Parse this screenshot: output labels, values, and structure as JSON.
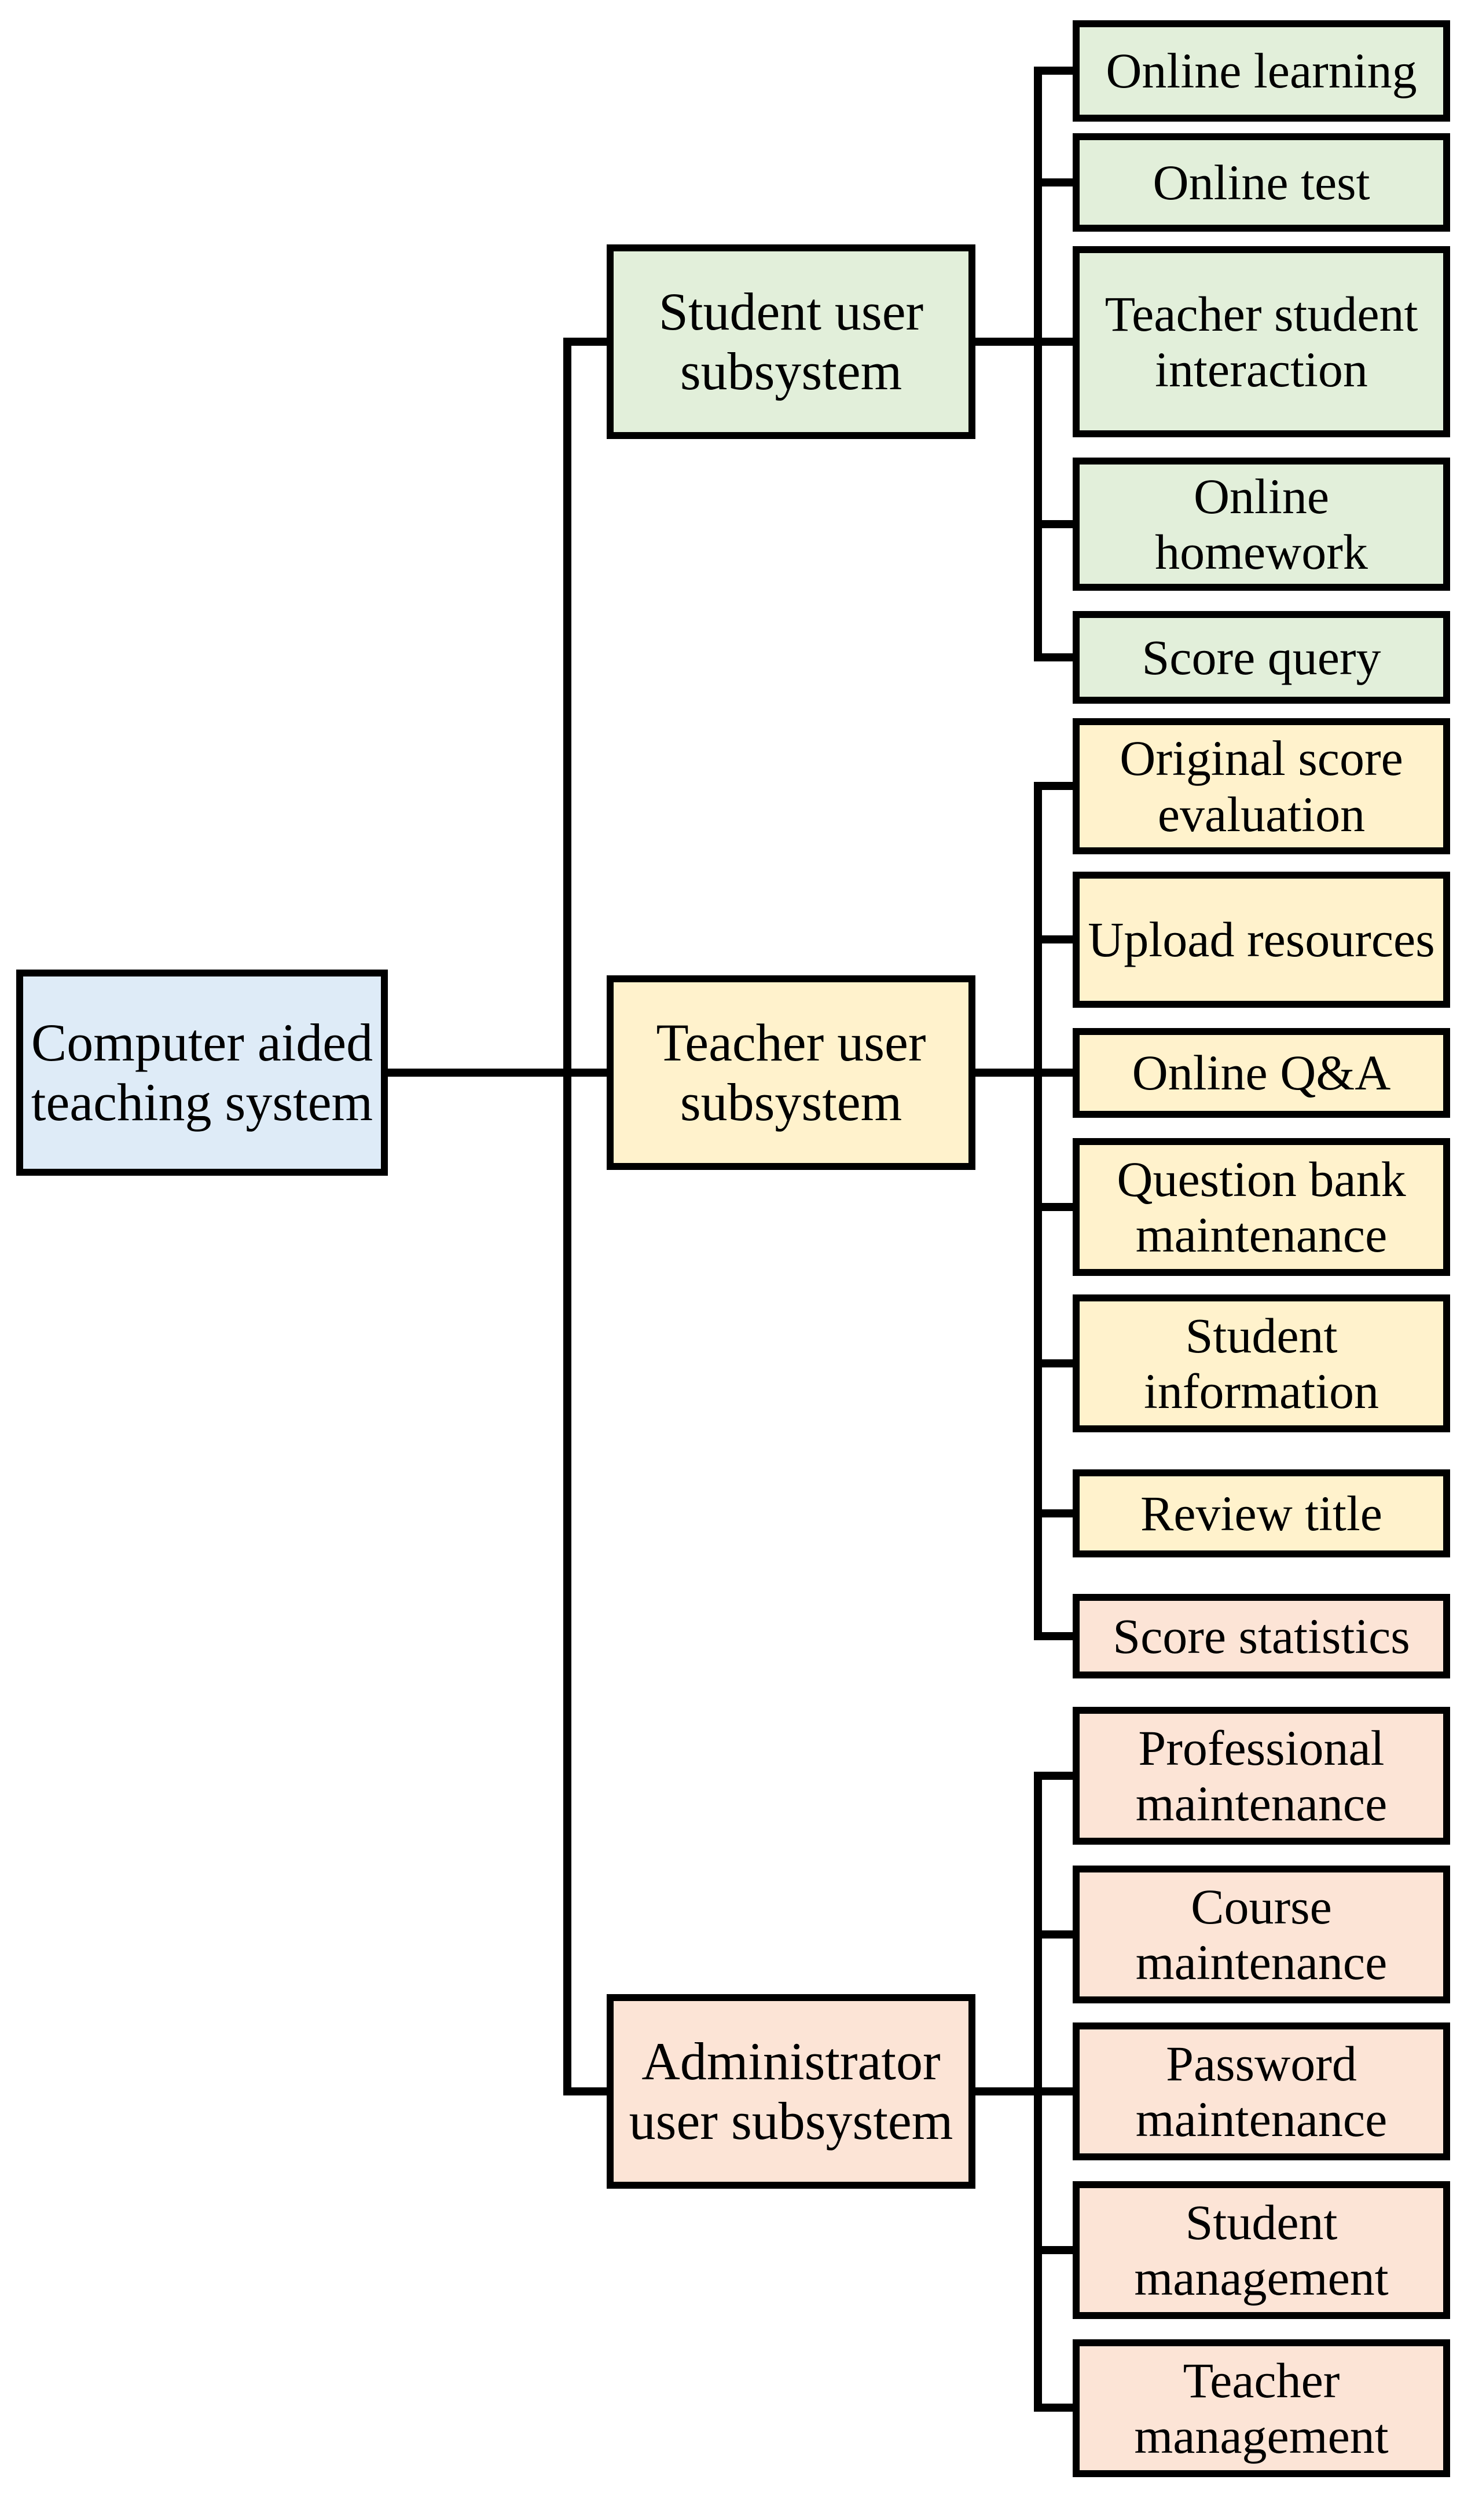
{
  "diagram": {
    "root": {
      "label": "Computer aided teaching system",
      "fill": "#DEEBF7"
    },
    "groups": [
      {
        "parent": {
          "label": "Student user subsystem",
          "fill": "#E2EFDA"
        },
        "children": [
          {
            "label": "Online learning",
            "fill": "#E2EFDA"
          },
          {
            "label": "Online test",
            "fill": "#E2EFDA"
          },
          {
            "label": "Teacher student interaction",
            "fill": "#E2EFDA"
          },
          {
            "label": "Online homework",
            "fill": "#E2EFDA"
          },
          {
            "label": "Score query",
            "fill": "#E2EFDA"
          }
        ]
      },
      {
        "parent": {
          "label": "Teacher user subsystem",
          "fill": "#FFF2CC"
        },
        "children": [
          {
            "label": "Original score evaluation",
            "fill": "#FFF2CC"
          },
          {
            "label": "Upload resources",
            "fill": "#FFF2CC"
          },
          {
            "label": "Online Q&A",
            "fill": "#FFF2CC"
          },
          {
            "label": "Question bank maintenance",
            "fill": "#FFF2CC"
          },
          {
            "label": "Student information",
            "fill": "#FFF2CC"
          },
          {
            "label": "Review title",
            "fill": "#FFF2CC"
          },
          {
            "label": "Score statistics",
            "fill": "#FCE4D6"
          }
        ]
      },
      {
        "parent": {
          "label": "Administrator user subsystem",
          "fill": "#FCE4D6"
        },
        "children": [
          {
            "label": "Professional maintenance",
            "fill": "#FCE4D6"
          },
          {
            "label": "Course maintenance",
            "fill": "#FCE4D6"
          },
          {
            "label": "Password maintenance",
            "fill": "#FCE4D6"
          },
          {
            "label": "Student management",
            "fill": "#FCE4D6"
          },
          {
            "label": "Teacher management",
            "fill": "#FCE4D6"
          }
        ]
      }
    ],
    "line_color": "#000000",
    "border_color": "#000000"
  }
}
